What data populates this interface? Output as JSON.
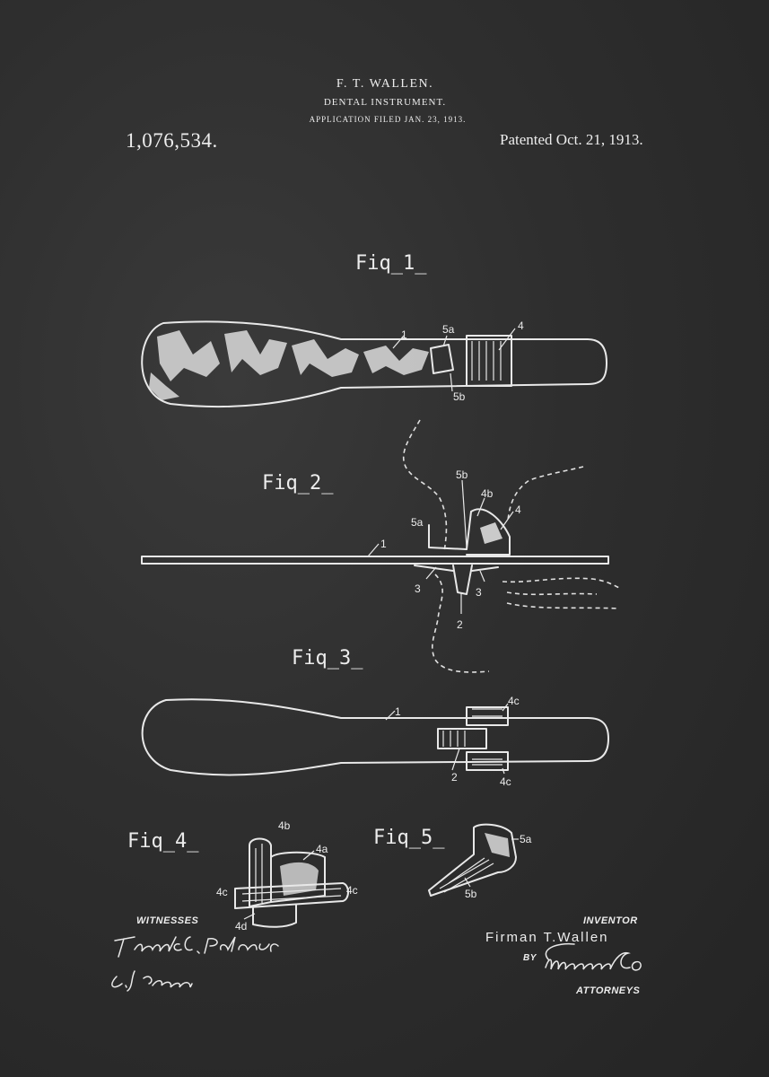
{
  "header": {
    "inventor_name": "F. T. WALLEN.",
    "title": "DENTAL INSTRUMENT.",
    "application_filed": "APPLICATION FILED JAN. 23, 1913.",
    "patent_number": "1,076,534.",
    "patented_date": "Patented Oct. 21, 1913."
  },
  "figures": {
    "fig1": "Fiq_1_",
    "fig2": "Fiq_2_",
    "fig3": "Fiq_3_",
    "fig4": "Fiq_4_",
    "fig5": "Fiq_5_"
  },
  "reference_numerals": {
    "fig1": [
      "1",
      "5a",
      "4",
      "5b"
    ],
    "fig2": [
      "5b",
      "4b",
      "4",
      "5a",
      "1",
      "3",
      "3",
      "2"
    ],
    "fig3": [
      "1",
      "4c",
      "2",
      "4c"
    ],
    "fig4": [
      "4b",
      "4a",
      "4c",
      "4c",
      "4d"
    ],
    "fig5": [
      "5a",
      "5b"
    ]
  },
  "footer": {
    "witnesses_label": "WITNESSES",
    "inventor_label": "INVENTOR",
    "inventor_signature": "Firman  T.Wallen",
    "by_label": "BY",
    "attorneys_label": "ATTORNEYS"
  },
  "colors": {
    "chalkboard": "#2e2e2e",
    "chalk": "#e8e8e8"
  }
}
